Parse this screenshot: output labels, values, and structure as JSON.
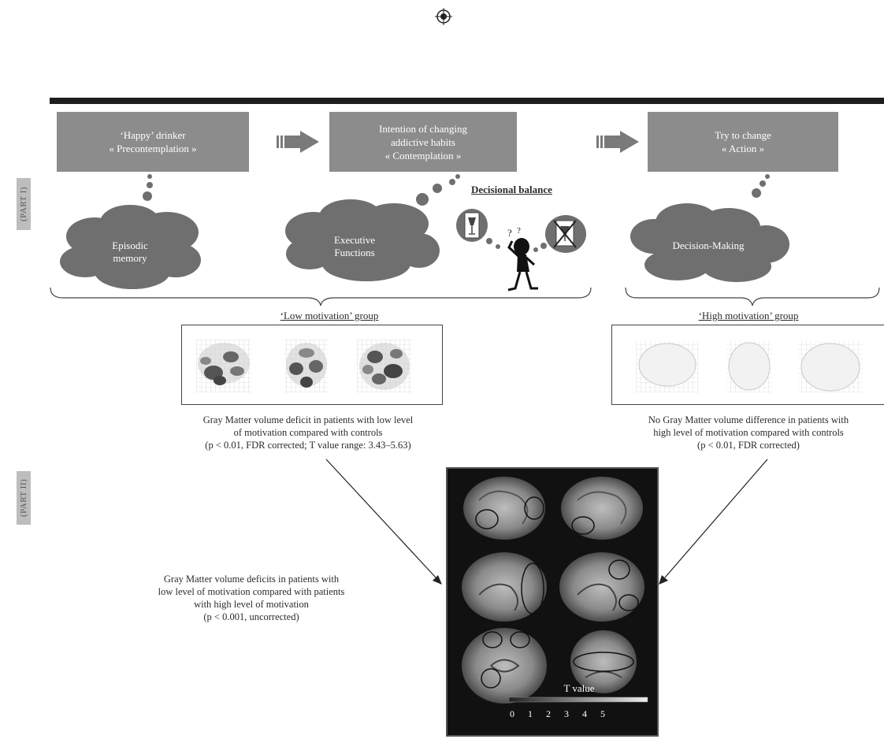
{
  "stages": [
    {
      "lines": [
        "‘Happy’ drinker",
        "« Precontemplation »"
      ]
    },
    {
      "lines": [
        "Intention of changing",
        "addictive habits",
        "« Contemplation »"
      ]
    },
    {
      "lines": [
        "Try to change",
        "« Action »"
      ]
    }
  ],
  "side_labels": {
    "part1": "(PART I)",
    "part2": "(PART II)"
  },
  "clouds": [
    {
      "lines": [
        "Episodic",
        "memory"
      ]
    },
    {
      "lines": [
        "Executive",
        "Functions"
      ]
    },
    {
      "lines": [
        "Decision-Making"
      ]
    }
  ],
  "decisional_balance": "Decisional balance",
  "groups": {
    "low": "‘Low motivation’ group",
    "high": "‘High motivation’ group"
  },
  "captions": {
    "low": [
      "Gray Matter volume deficit in patients with low level",
      "of motivation compared with controls",
      "(p < 0.01, FDR corrected; T value range: 3.43–5.63)"
    ],
    "high": [
      "No Gray Matter volume difference in patients with",
      "high level of motivation compared with controls",
      "(p < 0.01, FDR corrected)"
    ],
    "comparison": [
      "Gray Matter volume deficits in patients with",
      "low level of motivation compared with patients",
      "with high level of motivation",
      "(p < 0.001, uncorrected)"
    ]
  },
  "colorbar": {
    "title": "T value",
    "ticks": [
      "0",
      "1",
      "2",
      "3",
      "4",
      "5"
    ]
  },
  "colors": {
    "stage_box": "#8c8c8c",
    "cloud": "#6f6f6f",
    "arrow": "#7a7a7a",
    "side_tab": "#bdbdbd"
  }
}
